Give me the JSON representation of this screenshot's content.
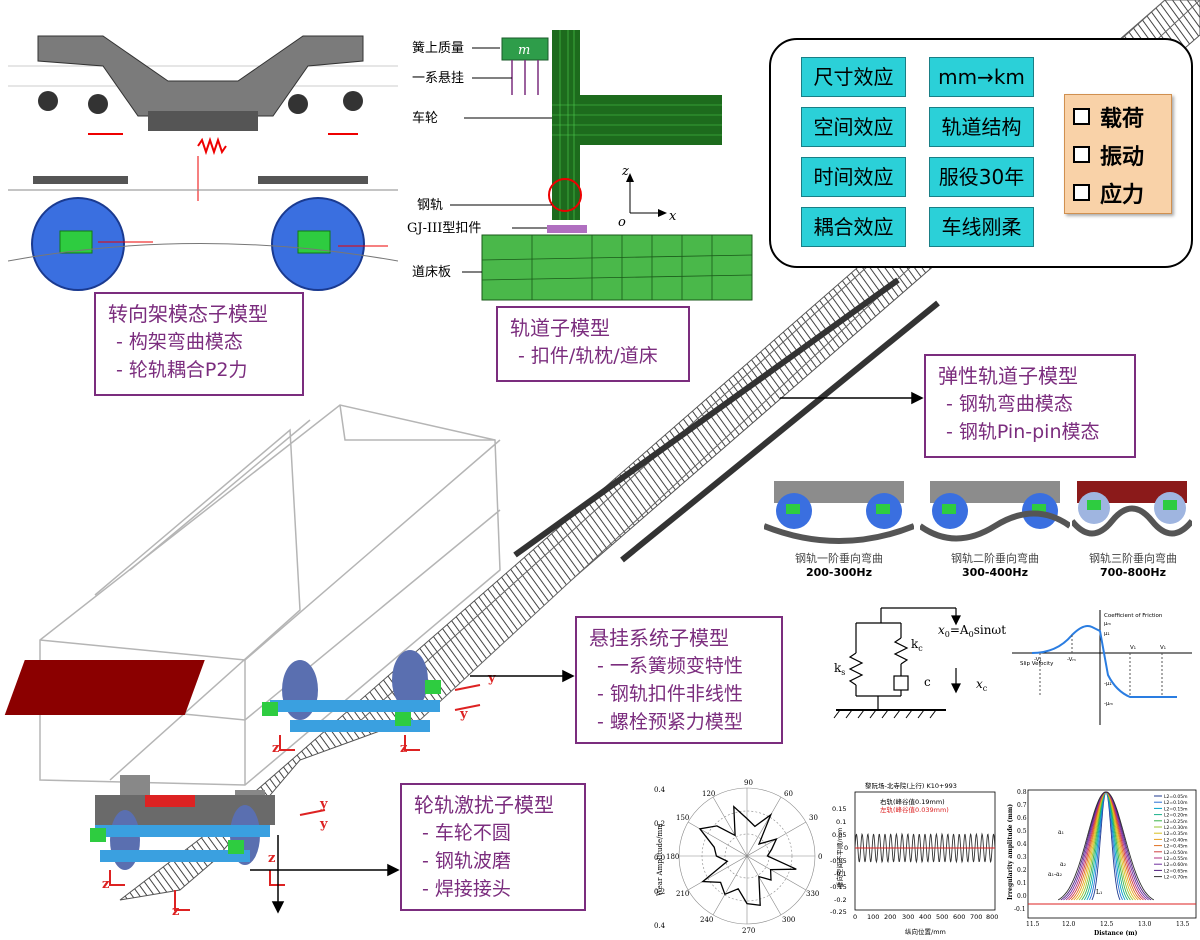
{
  "bogie_box": {
    "title": "转向架模态子模型",
    "items": [
      "- 构架弯曲模态",
      "- 轮轨耦合P2力"
    ]
  },
  "track_box": {
    "title": "轨道子模型",
    "items": [
      "- 扣件/轨枕/道床"
    ]
  },
  "elastic_box": {
    "title": "弹性轨道子模型",
    "items": [
      "- 钢轨弯曲模态",
      "- 钢轨Pin-pin模态"
    ]
  },
  "suspension_box": {
    "title": "悬挂系统子模型",
    "items": [
      "- 一系簧频变特性",
      "- 钢轨扣件非线性",
      "- 螺栓预紧力模型"
    ]
  },
  "wr_box": {
    "title": "轮轨激扰子模型",
    "items": [
      "- 车轮不圆",
      "- 钢轨波磨",
      "- 焊接接头"
    ]
  },
  "effects": [
    "尺寸效应",
    "mm→km",
    "空间效应",
    "轨道结构",
    "时间效应",
    "服役30年",
    "耦合效应",
    "车线刚柔"
  ],
  "options": [
    "载荷",
    "振动",
    "应力"
  ],
  "track_model_labels": {
    "sprung_mass": "簧上质量",
    "m": "m",
    "primary": "一系悬挂",
    "wheel": "车轮",
    "rail": "钢轨",
    "fastener": "GJ-III型扣件",
    "slab": "道床板",
    "z": "z",
    "o": "o",
    "x": "x"
  },
  "rail_modes": [
    {
      "name": "钢轨一阶垂向弯曲",
      "freq": "200-300Hz"
    },
    {
      "name": "钢轨二阶垂向弯曲",
      "freq": "300-400Hz"
    },
    {
      "name": "钢轨三阶垂向弯曲",
      "freq": "700-800Hz"
    }
  ],
  "spring_diagram": {
    "ks": "k",
    "ks_sub": "s",
    "kc": "k",
    "kc_sub": "c",
    "c": "c",
    "x0": "x",
    "x0_sub": "0",
    "x0_eq": "=A",
    "x0_eq_sub": "0",
    "x0_tail": "sinωt",
    "xc": "x",
    "xc_sub": "c"
  },
  "friction_plot": {
    "ylabel": "Coefficient of Friction",
    "xlabel": "Slip Velocity",
    "ticks_x": [
      "-V₁",
      "-Vₘ",
      "V₁",
      "V₁"
    ],
    "ticks_y": [
      "μ₁",
      "μₘ",
      "-μ₁",
      "-μₘ"
    ]
  },
  "polar_plot": {
    "ylabel": "Wear Amplitude/mm",
    "angles": [
      "90",
      "60",
      "30",
      "0",
      "330",
      "300",
      "270",
      "240",
      "210",
      "180",
      "150",
      "120"
    ],
    "radial": [
      "0.4",
      "0.2",
      "0.0",
      "0.2",
      "0.4"
    ],
    "chart_data": {
      "type": "polar",
      "angles_deg": [
        0,
        15,
        30,
        45,
        60,
        75,
        90,
        105,
        120,
        135,
        150,
        165,
        180,
        195,
        210,
        225,
        240,
        255,
        270,
        285,
        300,
        315,
        330,
        345
      ],
      "r": [
        0.12,
        0.15,
        0.2,
        0.1,
        0.28,
        0.18,
        0.22,
        0.3,
        0.14,
        0.25,
        0.32,
        0.2,
        0.18,
        0.12,
        0.3,
        0.22,
        0.26,
        0.2,
        0.28,
        0.3,
        0.14,
        0.2,
        0.16,
        0.3
      ]
    }
  },
  "line_plot": {
    "title": "黎阮场-北寺院(上行) K10+993",
    "legend": [
      "右轨(峰谷值0.19mm)",
      "左轨(峰谷值0.039mm)"
    ],
    "ylabel": "垂向空间不平顺/mm",
    "xlabel": "纵向位置/mm",
    "xticks": [
      "0",
      "100",
      "200",
      "300",
      "400",
      "500",
      "600",
      "700",
      "800"
    ],
    "yticks": [
      "0.15",
      "0.1",
      "0.05",
      "0",
      "-0.05",
      "-0.1",
      "-0.15",
      "-0.2",
      "-0.25"
    ]
  },
  "irr_plot": {
    "ylabel": "Irregularity amplitude (mm)",
    "xlabel": "Distance (m)",
    "xticks": [
      "11.5",
      "12.0",
      "12.5",
      "13.0",
      "13.5"
    ],
    "yticks": [
      "0.8",
      "0.7",
      "0.6",
      "0.5",
      "0.4",
      "0.3",
      "0.2",
      "0.1",
      "0.0",
      "-0.1"
    ],
    "legend": [
      "L2=0.05m",
      "L2=0.10m",
      "L2=0.15m",
      "L2=0.20m",
      "L2=0.25m",
      "L2=0.30m",
      "L2=0.35m",
      "L2=0.40m",
      "L2=0.45m",
      "L2=0.50m",
      "L2=0.55m",
      "L2=0.60m",
      "L2=0.65m",
      "L2=0.70m"
    ],
    "anno": {
      "a1": "a₁",
      "a1a2": "a₁-a₂",
      "a2": "a₂",
      "L1": "L₁"
    }
  },
  "axis_labels": {
    "x": "x",
    "y": "y",
    "z": "z"
  },
  "colors": {
    "purple": "#7b2d7e",
    "cyan": "#2bd0d8",
    "peach": "#f9d2a8",
    "green": "#1f8f1f"
  }
}
